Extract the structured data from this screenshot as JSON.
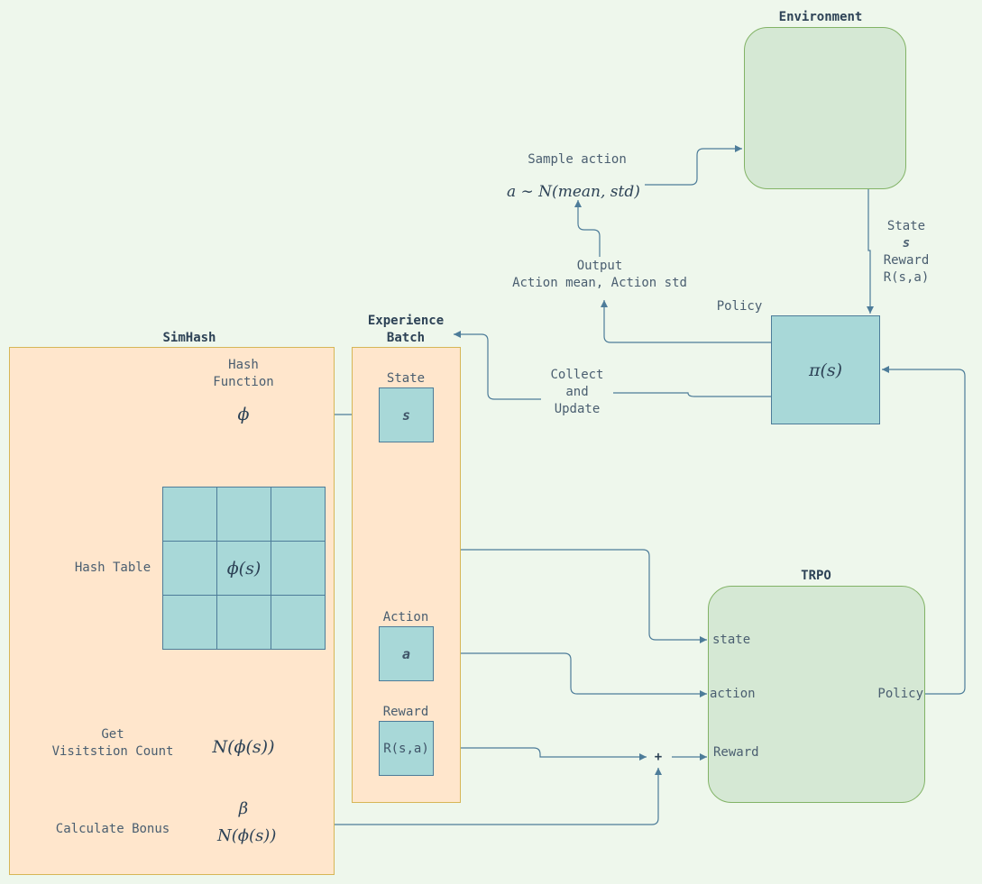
{
  "colors": {
    "background": "#eef7ec",
    "orange_fill": "#ffe6cc",
    "orange_border": "#d6b656",
    "green_fill": "#d5e8d4",
    "green_border": "#82b366",
    "teal_fill": "#a8d8d8",
    "edge": "#4d7c99"
  },
  "environment": {
    "title": "Environment"
  },
  "sample_action": {
    "label": "Sample action",
    "formula": "a ∼ N(mean, std)"
  },
  "output": {
    "line1": "Output",
    "line2": "Action mean, Action std"
  },
  "state_reward": {
    "state": "State",
    "s": "s",
    "reward": "Reward",
    "r": "R(s,a)"
  },
  "policy": {
    "label": "Policy",
    "formula": "π(s)"
  },
  "collect": {
    "line1": "Collect",
    "line2": "and",
    "line3": "Update"
  },
  "experience_batch": {
    "title_line1": "Experience",
    "title_line2": "Batch",
    "state_label": "State",
    "state_value": "s",
    "action_label": "Action",
    "action_value": "a",
    "reward_label": "Reward",
    "reward_value": "R(s,a)"
  },
  "simhash": {
    "title": "SimHash",
    "hash_function_line1": "Hash",
    "hash_function_line2": "Function",
    "phi": "ϕ",
    "hash_table_label": "Hash Table",
    "hash_table_cell": "ϕ(s)",
    "visit_line1": "Get",
    "visit_line2": "Visitstion Count",
    "visit_formula": "N(ϕ(s))",
    "bonus_label": "Calculate Bonus",
    "bonus_numerator": "β",
    "bonus_denominator": "N(ϕ(s))"
  },
  "trpo": {
    "title": "TRPO",
    "state": "state",
    "action": "action",
    "reward": "Reward",
    "policy": "Policy"
  },
  "sum": {
    "symbol": "+"
  }
}
